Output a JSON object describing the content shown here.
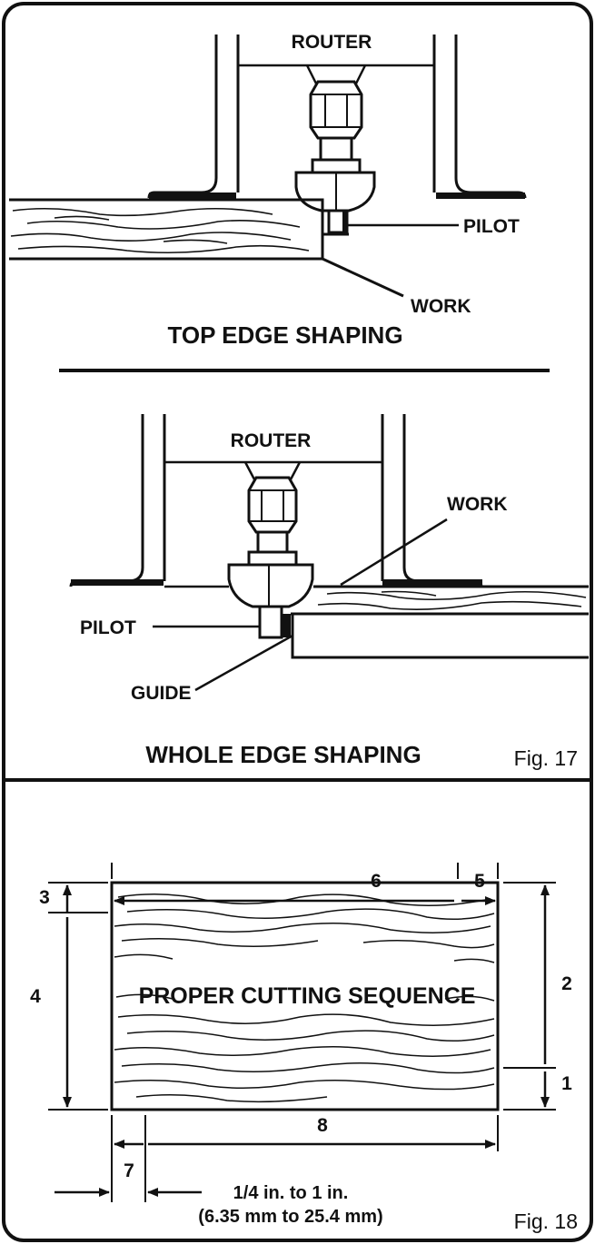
{
  "figure17": {
    "top": {
      "router": "ROUTER",
      "pilot": "PILOT",
      "work": "WORK",
      "caption": "TOP EDGE SHAPING"
    },
    "whole": {
      "router": "ROUTER",
      "work": "WORK",
      "pilot": "PILOT",
      "guide": "GUIDE",
      "caption": "WHOLE EDGE SHAPING"
    },
    "fig_label": "Fig. 17"
  },
  "figure18": {
    "caption": "PROPER CUTTING SEQUENCE",
    "steps": [
      "1",
      "2",
      "3",
      "4",
      "5",
      "6",
      "7",
      "8"
    ],
    "range_line1": "1/4 in. to 1 in.",
    "range_line2": "(6.35 mm to 25.4 mm)",
    "fig_label": "Fig. 18"
  }
}
